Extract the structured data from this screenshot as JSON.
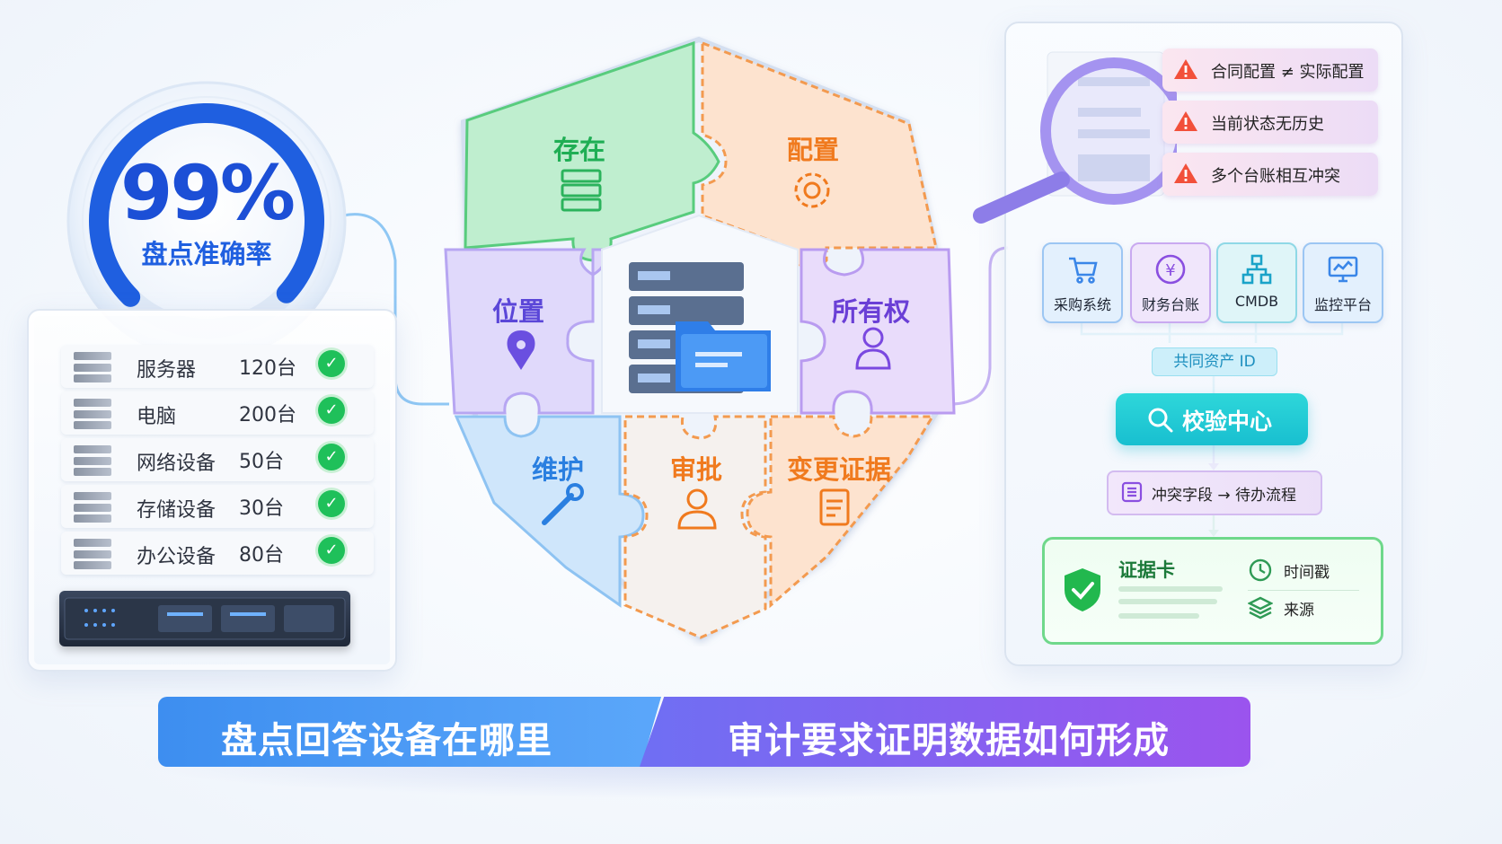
{
  "gauge": {
    "value": "99%",
    "label": "盘点准确率",
    "fraction": 0.99
  },
  "inventory": [
    {
      "name": "服务器",
      "count": "120台",
      "status": "check"
    },
    {
      "name": "电脑",
      "count": "200台",
      "status": "check"
    },
    {
      "name": "网络设备",
      "count": "50台",
      "status": "check"
    },
    {
      "name": "存储设备",
      "count": "30台",
      "status": "check"
    },
    {
      "name": "办公设备",
      "count": "80台",
      "status": "check"
    }
  ],
  "shield": {
    "pieces": [
      {
        "label": "存在",
        "icon": "server-stack-icon",
        "color": "#1fae54"
      },
      {
        "label": "配置",
        "icon": "gear-icon",
        "color": "#f07a1e"
      },
      {
        "label": "位置",
        "icon": "location-pin-icon",
        "color": "#5b47d8"
      },
      {
        "label": "所有权",
        "icon": "user-icon",
        "color": "#6a3fd6"
      },
      {
        "label": "维护",
        "icon": "wrench-icon",
        "color": "#2a7fe0"
      },
      {
        "label": "审批",
        "icon": "person-icon",
        "color": "#f07a1e"
      },
      {
        "label": "变更证据",
        "icon": "document-edit-icon",
        "color": "#f07a1e"
      }
    ],
    "center_icon": "server-folder-icon"
  },
  "alerts": [
    {
      "text": "合同配置 ≠ 实际配置",
      "icon": "warning-icon"
    },
    {
      "text": "当前状态无历史",
      "icon": "warning-icon"
    },
    {
      "text": "多个台账相互冲突",
      "icon": "warning-icon"
    }
  ],
  "systems": [
    {
      "label": "采购系统",
      "icon": "cart-icon",
      "color": "#3a86e8"
    },
    {
      "label": "财务台账",
      "icon": "yuan-icon",
      "color": "#8a4fe0"
    },
    {
      "label": "CMDB",
      "icon": "hierarchy-icon",
      "color": "#1aa3c8"
    },
    {
      "label": "监控平台",
      "icon": "monitor-icon",
      "color": "#3a86e8"
    }
  ],
  "asset_id": "共同资产 ID",
  "verify_center": {
    "label": "校验中心",
    "icon": "search-icon"
  },
  "conflict": {
    "label": "冲突字段 → 待办流程",
    "icon": "list-icon"
  },
  "evidence": {
    "title": "证据卡",
    "icon": "shield-check-icon",
    "items": [
      {
        "label": "时间戳",
        "icon": "clock-icon"
      },
      {
        "label": "来源",
        "icon": "layers-icon"
      }
    ]
  },
  "banner": {
    "left": "盘点回答设备在哪里",
    "right": "审计要求证明数据如何形成"
  },
  "colors": {
    "blue": "#2f6fe6",
    "green": "#1fc05a",
    "orange": "#f07a1e",
    "purple": "#7a48e0",
    "cyan": "#1fc8d6"
  }
}
